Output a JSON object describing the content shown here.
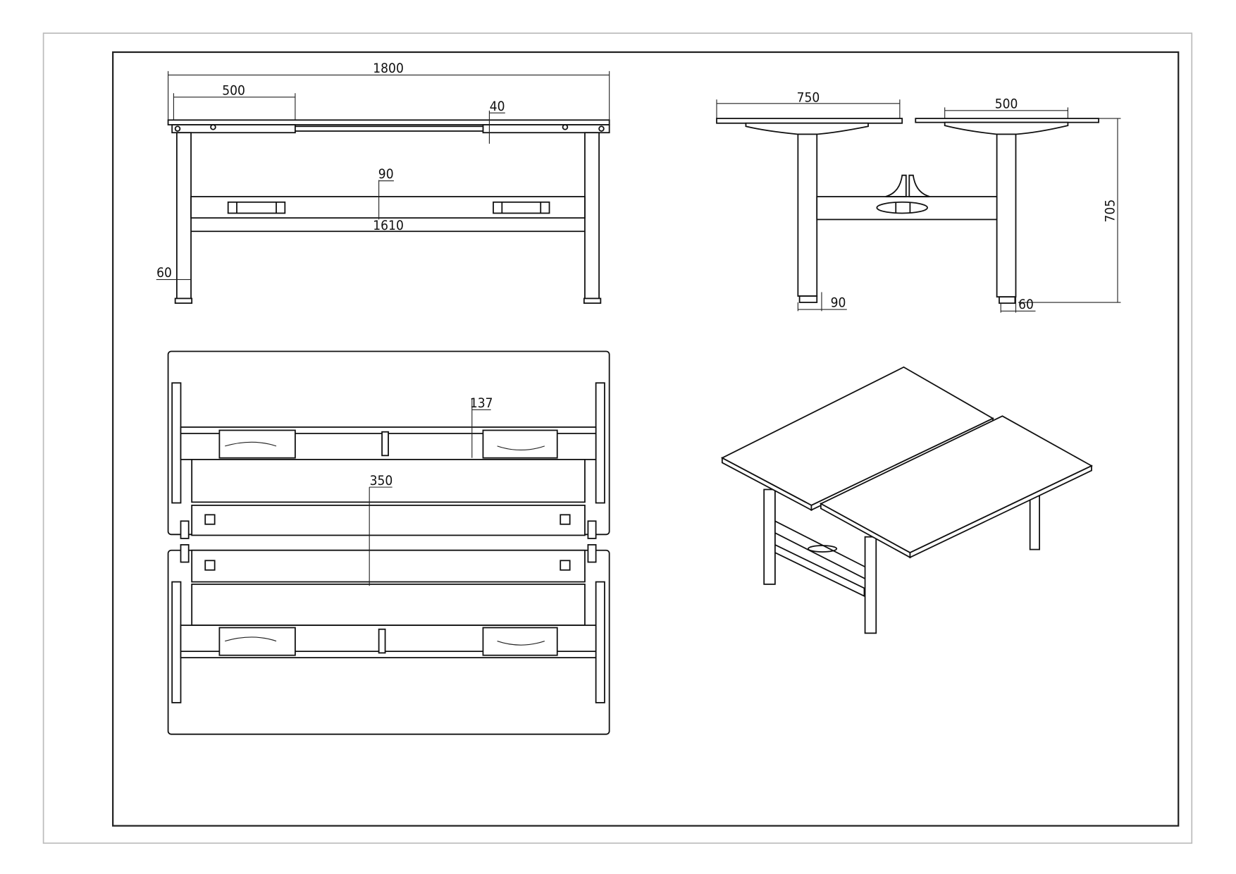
{
  "drawing": {
    "front_view": {
      "overall_width": "1800",
      "frame_offset": "500",
      "top_thickness": "40",
      "beam_height": "90",
      "beam_length": "1610",
      "leg_width": "60"
    },
    "side_view": {
      "left_top_depth": "750",
      "right_frame_depth": "500",
      "height": "705",
      "left_leg_depth": "90",
      "right_leg_width": "60"
    },
    "top_view": {
      "motor_offset": "137",
      "beam_spacing": "350"
    }
  }
}
